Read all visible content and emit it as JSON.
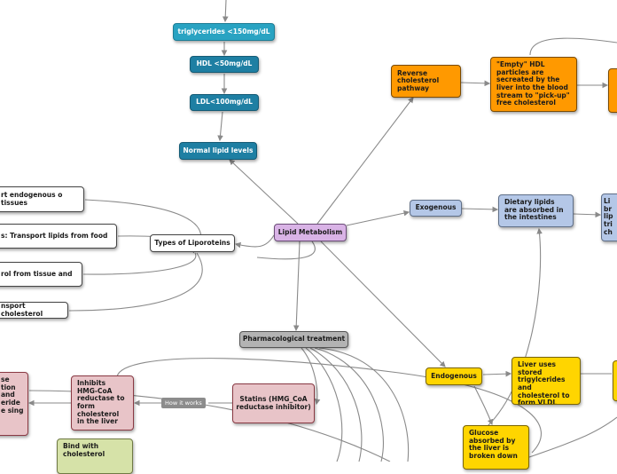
{
  "nodes": {
    "triglycerides": "triglycerides <150mg/dL",
    "hdl": "HDL <50mg/dL",
    "ldl": "LDL<100mg/dL",
    "normal_lipid": "Normal lipid levels",
    "lipid_metabolism": "Lipid Metabolism",
    "reverse_chol": "Reverse cholesterol pathway",
    "empty_hdl": "\"Empty\" HDL particles are secreated by the liver into the blood stream to \"pick-up\" free cholesterol",
    "exogenous": "Exogenous",
    "dietary": "Dietary lipids are absorbed in the intestines",
    "lipids_broken": "Li br lip tri ch",
    "types_lipo": "Types of Liporoteins",
    "transport_endo": "rt endogenous o tissues",
    "transport_food": "s: Transport lipids from food",
    "chol_tissue": "rol from tissue and",
    "transport_chol": "nsport cholesterol",
    "pharm": "Pharmacological treatment",
    "endogenous": "Endogenous",
    "liver_uses": "Liver uses stored trigylcerides and cholesterol to form VLDL",
    "glucose": "Glucose absorbed by the liver is broken down",
    "statins": "Statins (HMG_CoA reductase inhibitor)",
    "inhibits": "Inhibits HMG-CoA reductase to form cholesterol in the liver",
    "bind": "Bind with cholesterol",
    "left_pink": "se tion and eride e sing"
  },
  "edge_label": "How it works",
  "colors": {
    "teal": "#29a3c2",
    "orange": "#ff9900",
    "purple": "#d9b3e6",
    "blue": "#b4c7e7",
    "yellow": "#ffd500",
    "pink": "#e8c4c8",
    "green": "#d6e2a8",
    "gray": "#b3b3b3",
    "connector": "#8a8a8a"
  }
}
